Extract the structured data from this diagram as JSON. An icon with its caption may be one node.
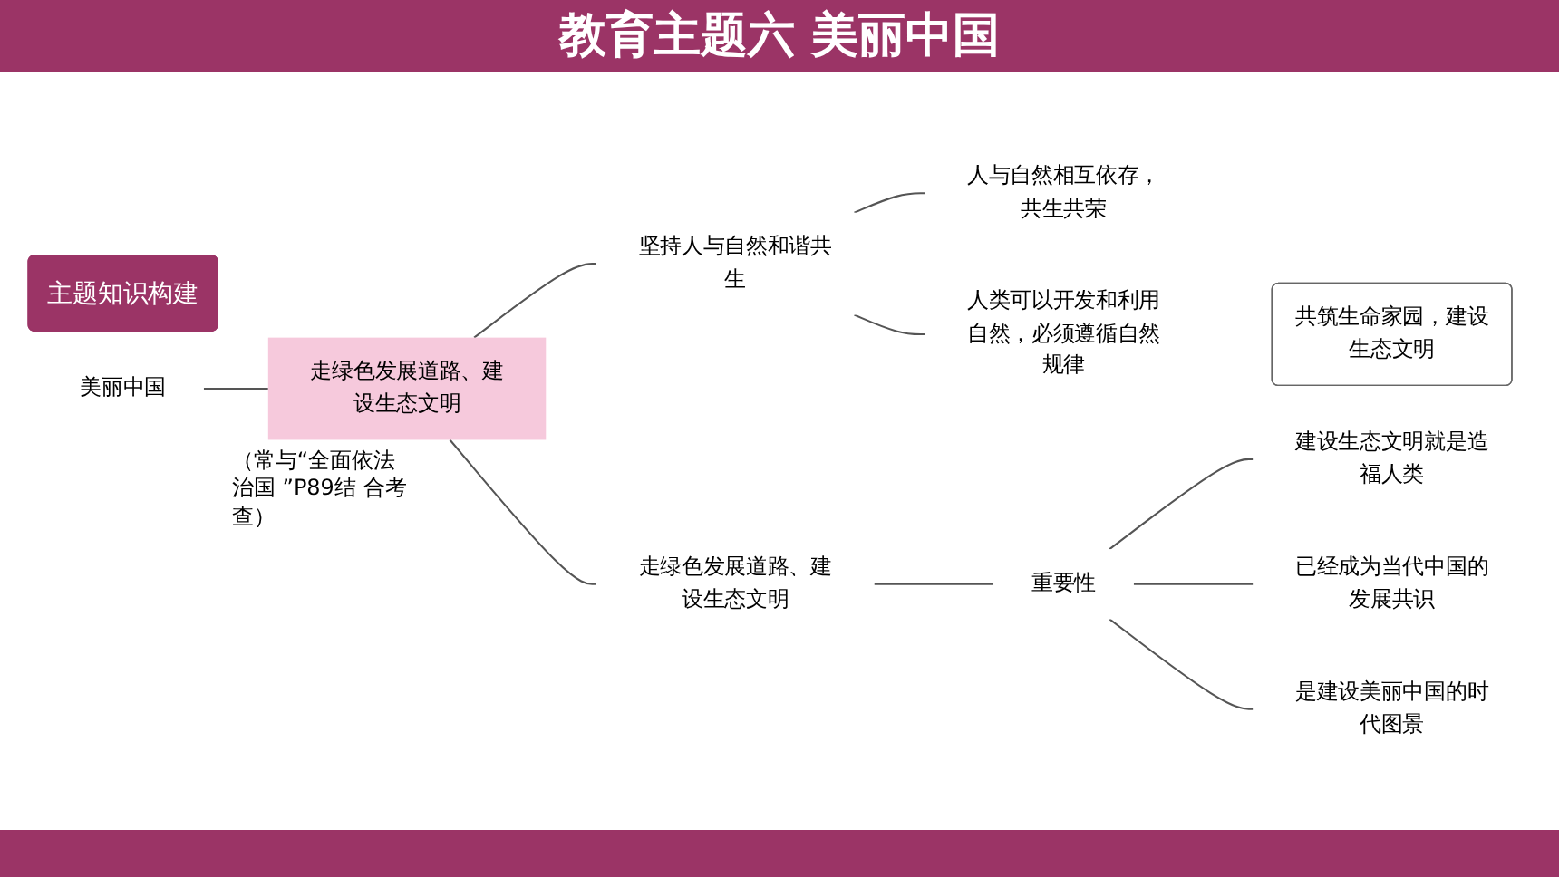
{
  "diagram": {
    "title": "教育主题六 美丽中国",
    "nodes": [
      {
        "text": [
          "主题知识构建"
        ]
      },
      {
        "text": [
          "美丽中国"
        ]
      },
      {
        "text": [
          "走绿色发展道路、建设生态文明"
        ],
        "beside": [
          "（常与“全面依法治国 ”P89结 合考查）"
        ]
      },
      {
        "text": [
          "坚持人与自然和谐共生"
        ]
      },
      {
        "text": [
          "人与自然相互依存，共生共荣"
        ]
      },
      {
        "text": [
          "人类可以开发和利用自然，必须遵循自然规律"
        ]
      },
      {
        "text": [
          "走绿色发展道路、建设生态文明"
        ]
      },
      {
        "text": [
          "重要性"
        ]
      },
      {
        "text": [
          "建设生态文明就是造福人类"
        ]
      },
      {
        "text": [
          "已经成为当代中国的发展共识"
        ]
      },
      {
        "text": [
          "是建设美丽中国的时代图景"
        ]
      },
      {
        "text": [
          "共筑生命家园，建设生态文明"
        ]
      }
    ],
    "edges": [
      {
        "from": 1,
        "to": 2,
        "arrow": "none"
      },
      {
        "from": 2,
        "to": 3,
        "arrow": "none"
      },
      {
        "from": 2,
        "to": 6,
        "arrow": "none"
      },
      {
        "from": 3,
        "to": 4,
        "arrow": "none"
      },
      {
        "from": 3,
        "to": 5,
        "arrow": "none"
      },
      {
        "from": 6,
        "to": 7,
        "arrow": "none"
      },
      {
        "from": 7,
        "to": 8,
        "arrow": "none"
      },
      {
        "from": 7,
        "to": 9,
        "arrow": "none"
      },
      {
        "from": 7,
        "to": 10,
        "arrow": "none"
      }
    ]
  }
}
